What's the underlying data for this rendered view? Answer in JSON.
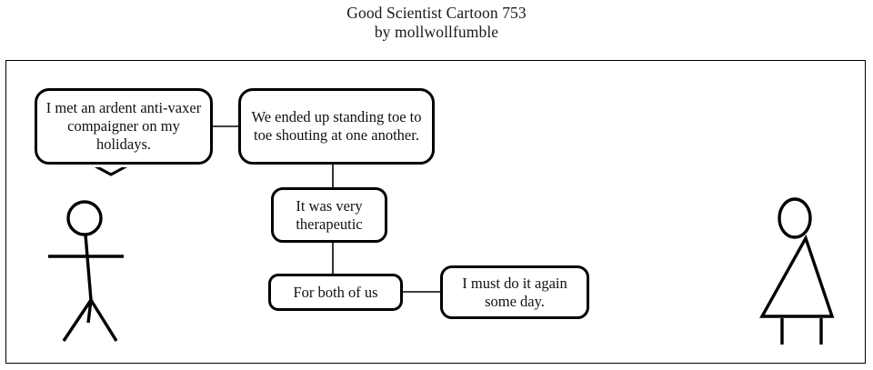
{
  "header": {
    "title_line_1": "Good Scientist Cartoon 753",
    "title_line_2": "by mollwollfumble"
  },
  "panel": {
    "border_color": "#000000",
    "background_color": "#ffffff"
  },
  "bubbles": [
    {
      "id": "bubble-1",
      "text": "I met an ardent anti-vaxer compaigner on my holidays.",
      "style": "speech-with-tail"
    },
    {
      "id": "bubble-2",
      "text": "We ended up standing toe to toe shouting at one another.",
      "style": "rounded-box"
    },
    {
      "id": "bubble-3",
      "text": "It was very therapeutic",
      "style": "rounded-box"
    },
    {
      "id": "bubble-4",
      "text": "For both of us",
      "style": "rounded-box"
    },
    {
      "id": "bubble-5",
      "text": "I must do it again some day.",
      "style": "rounded-box"
    }
  ],
  "connectors": [
    {
      "name": "connector-bubble1-to-bubble2",
      "orientation": "horizontal"
    },
    {
      "name": "connector-bubble2-to-bubble3",
      "orientation": "vertical"
    },
    {
      "name": "connector-bubble3-to-bubble4",
      "orientation": "vertical"
    },
    {
      "name": "connector-bubble4-to-bubble5",
      "orientation": "horizontal"
    }
  ],
  "figures": [
    {
      "name": "stick-figure-left",
      "description": "stick figure with circular head, straight arms and splayed legs",
      "head_shape": "circle",
      "body_shape": "line"
    },
    {
      "name": "stick-figure-right",
      "description": "stick figure with oval head, triangular dress body and two straight legs",
      "head_shape": "oval",
      "body_shape": "triangle"
    }
  ],
  "colors": {
    "ink": "#000000",
    "paper": "#ffffff",
    "text": "#111111"
  }
}
